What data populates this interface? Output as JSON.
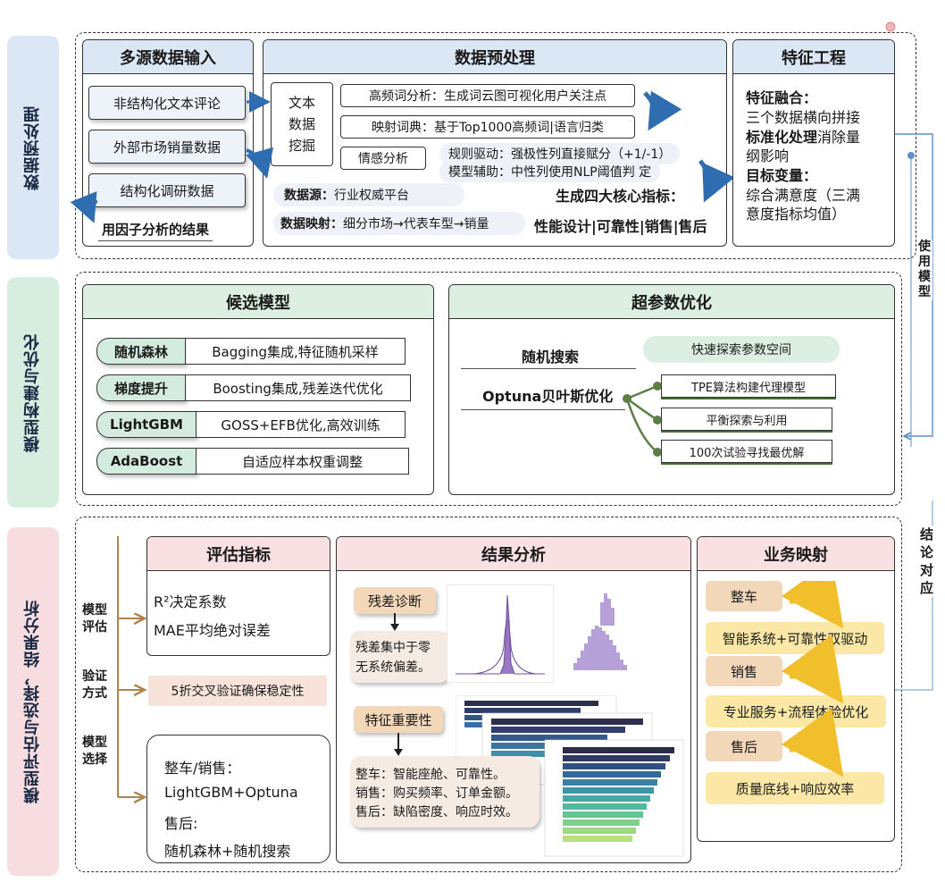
{
  "sections": {
    "s1": "数据预处理",
    "s2": "模型构建与优化",
    "s3": "模型评估与选择，结果分析"
  },
  "side": {
    "use_model": "使用模型",
    "conclusion": "结论对应"
  },
  "multi_source": {
    "title": "多源数据输入",
    "items": [
      "非结构化文本评论",
      "外部市场销量数据",
      "结构化调研数据"
    ],
    "note": "用因子分析的结果"
  },
  "preprocess": {
    "title": "数据预处理",
    "text_mining": "文本数据挖掘",
    "high_freq": "高频词分析：生成词云图可视化用户关注点",
    "mapping_dict": "映射词典：基于Top1000高频词|语言归类",
    "sentiment": "情感分析",
    "rule": "规则驱动：强极性列直接赋分（+1/-1）",
    "model_aid": "模型辅助：中性列使用NLP阈值判 定",
    "source_label": "数据源：",
    "source_value": "行业权威平台",
    "mapping_label": "数据映射：",
    "mapping_value": "细分市场→代表车型→销量",
    "core_title": "生成四大核心指标：",
    "core_items": "性能设计|可靠性|销售|售后"
  },
  "feature_eng": {
    "title": "特征工程",
    "fusion_label": "特征融合：",
    "fusion_text": "三个数据横向拼接",
    "std_label": "标准化处理",
    "std_text_a": "消除量",
    "std_text_b": "纲影响",
    "target_label": "目标变量：",
    "target_text_a": "综合满意度（三满",
    "target_text_b": "意度指标均值）"
  },
  "candidates": {
    "title": "候选模型",
    "models": [
      {
        "name": "随机森林",
        "desc": "Bagging集成,特征随机采样"
      },
      {
        "name": "梯度提升",
        "desc": "Boosting集成,残差迭代优化"
      },
      {
        "name": "LightGBM",
        "desc": "GOSS+EFB优化,高效训练"
      },
      {
        "name": "AdaBoost",
        "desc": "自适应样本权重调整"
      }
    ]
  },
  "hyper": {
    "title": "超参数优化",
    "random_search": "随机搜索",
    "random_desc": "快速探索参数空间",
    "optuna": "Optuna贝叶斯优化",
    "optuna_items": [
      "TPE算法构建代理模型",
      "平衡探索与利用",
      "100次试验寻找最优解"
    ]
  },
  "eval_side": {
    "model_eval": "模型评估",
    "val_method": "验证方式",
    "model_select": "模型选择"
  },
  "metrics": {
    "title": "评估指标",
    "r2": "R²决定系数",
    "mae": "MAE平均绝对误差",
    "cv": "5折交叉验证确保稳定性",
    "sel_1": "整车/销售：",
    "sel_2": "LightGBM+Optuna",
    "sel_3": "售后:",
    "sel_4": "随机森林+随机搜索"
  },
  "results": {
    "title": "结果分析",
    "residual": "残差诊断",
    "residual_note_a": "残差集中于零",
    "residual_note_b": "无系统偏差。",
    "feat_imp": "特征重要性",
    "fi_1": "整车：智能座舱、可靠性。",
    "fi_2": "销售：购买频率、订单金额。",
    "fi_3": "售后：缺陷密度、响应时效。"
  },
  "business": {
    "title": "业务映射",
    "c1": "整车",
    "r1": "智能系统+可靠性双驱动",
    "c2": "销售",
    "r2": "专业服务+流程体验优化",
    "c3": "售后",
    "r3": "质量底线+响应效率"
  },
  "colors": {
    "blue_label": "#dbe7f5",
    "green_label": "#d6ede0",
    "pink_label": "#f8dde0",
    "blue_head": "#dce7f5",
    "green_head": "#dcefe2",
    "pink_head": "#f9e0e2",
    "arrow_blue": "#2f6db1",
    "arrow_green": "#5d7f45",
    "arrow_yellow": "#f2bf2c",
    "brown": "#b08450"
  }
}
